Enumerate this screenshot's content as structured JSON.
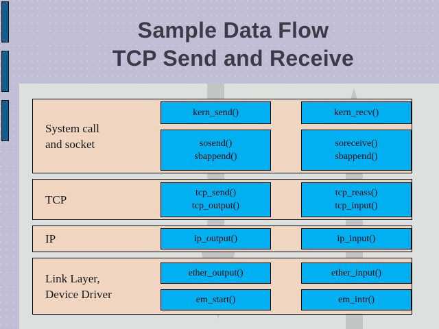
{
  "slide": {
    "title_line1": "Sample Data Flow",
    "title_line2": "TCP Send and Receive"
  },
  "colors": {
    "background": "#c0bed5",
    "panel": "#dde1de",
    "row_fill": "#f0d6c0",
    "function_box": "#00b0f0",
    "accent_bar": "#11608c",
    "arrow": "#b9bdbc",
    "title_text": "#3b3b47"
  },
  "decor": {
    "side_bars": [
      "accent-bar-1",
      "accent-bar-2",
      "accent-bar-3"
    ],
    "arrows": [
      {
        "name": "send-path-arrow",
        "direction": "down",
        "label": ""
      },
      {
        "name": "receive-path-arrow",
        "direction": "up",
        "label": ""
      }
    ]
  },
  "diagram": {
    "rows": [
      {
        "label_lines": [
          "System call",
          "and socket"
        ],
        "send": [
          {
            "lines": [
              "kern_send()"
            ]
          },
          {
            "lines": [
              "sosend()",
              "sbappend()"
            ]
          }
        ],
        "recv": [
          {
            "lines": [
              "kern_recv()"
            ]
          },
          {
            "lines": [
              "soreceive()",
              "sbappend()"
            ]
          }
        ]
      },
      {
        "label_lines": [
          "TCP"
        ],
        "send": [
          {
            "lines": [
              "tcp_send()",
              "tcp_output()"
            ]
          }
        ],
        "recv": [
          {
            "lines": [
              "tcp_reass()",
              "tcp_input()"
            ]
          }
        ]
      },
      {
        "label_lines": [
          "IP"
        ],
        "send": [
          {
            "lines": [
              "ip_output()"
            ]
          }
        ],
        "recv": [
          {
            "lines": [
              "ip_input()"
            ]
          }
        ]
      },
      {
        "label_lines": [
          "Link Layer,",
          "Device Driver"
        ],
        "send": [
          {
            "lines": [
              "ether_output()"
            ]
          },
          {
            "lines": [
              "em_start()"
            ]
          }
        ],
        "recv": [
          {
            "lines": [
              "ether_input()"
            ]
          },
          {
            "lines": [
              "em_intr()"
            ]
          }
        ]
      }
    ]
  }
}
